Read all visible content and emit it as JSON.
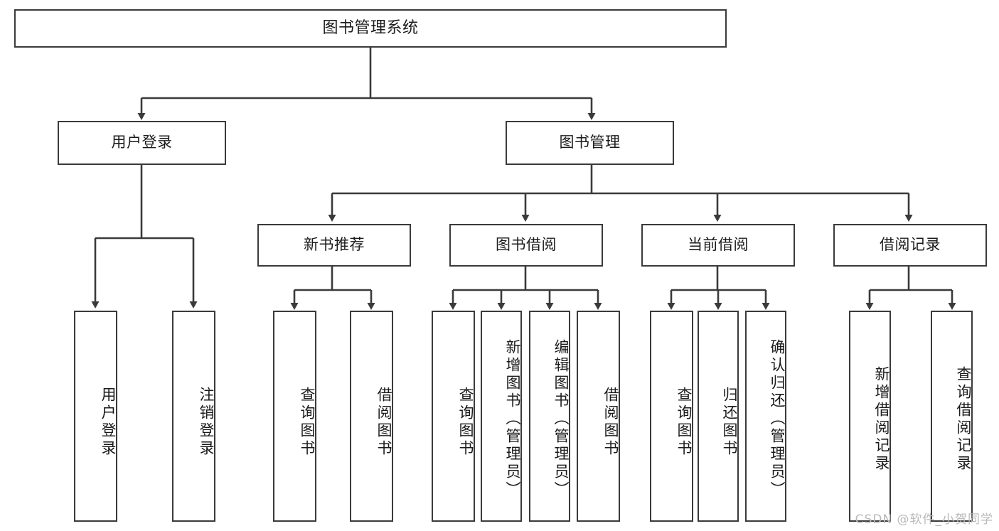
{
  "diagram": {
    "type": "tree",
    "title": "图书管理系统",
    "root": {
      "label": "图书管理系统"
    },
    "level2": [
      {
        "label": "用户登录"
      },
      {
        "label": "图书管理"
      }
    ],
    "level3": [
      {
        "label": "新书推荐"
      },
      {
        "label": "图书借阅"
      },
      {
        "label": "当前借阅"
      },
      {
        "label": "借阅记录"
      }
    ],
    "leaves": {
      "user_login": [
        {
          "label": "用户登录"
        },
        {
          "label": "注销登录"
        }
      ],
      "new_book_recommend": [
        {
          "label": "查询图书"
        },
        {
          "label": "借阅图书"
        }
      ],
      "book_borrow": [
        {
          "label": "查询图书"
        },
        {
          "label": "新增图书（管理员）"
        },
        {
          "label": "编辑图书（管理员）"
        },
        {
          "label": "借阅图书"
        }
      ],
      "current_borrow": [
        {
          "label": "查询图书"
        },
        {
          "label": "归还图书"
        },
        {
          "label": "确认归还（管理员）"
        }
      ],
      "borrow_record": [
        {
          "label": "新增借阅记录"
        },
        {
          "label": "查询借阅记录"
        }
      ]
    },
    "colors": {
      "stroke": "#3a3a3a",
      "fill": "#ffffff",
      "text": "#1b1b1b",
      "watermark": "#b9b9b9"
    }
  },
  "watermark": {
    "text": "CSDN @软件_小贺同学"
  }
}
